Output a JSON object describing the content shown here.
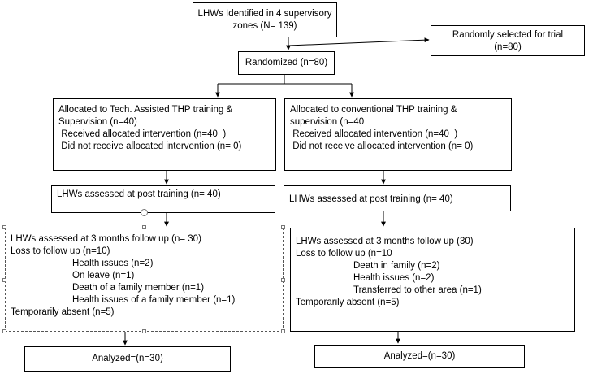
{
  "boxes": {
    "identified": [
      "LHWs Identified in 4 supervisory",
      "zones (N= 139)"
    ],
    "random_select": [
      "Randomly selected for trial",
      "(n=80)"
    ],
    "randomized": [
      "Randomized (n=80)"
    ],
    "left_alloc": [
      "Allocated to Tech. Assisted THP training &",
      "Supervision (n=40)",
      " Received allocated intervention (n=40  )",
      " Did not receive allocated intervention (n= 0)"
    ],
    "right_alloc": [
      "Allocated to conventional THP training &",
      "supervision (n=40",
      " Received allocated intervention (n=40  )",
      " Did not receive allocated intervention (n= 0)"
    ],
    "left_post": [
      "LHWs assessed at post training (n= 40)"
    ],
    "right_post": [
      "LHWs assessed at post training (n= 40)"
    ],
    "left_follow": {
      "top": [
        "LHWs assessed at 3 months follow up (n= 30)",
        "Loss to follow up (n=10)"
      ],
      "reasons": [
        "Health issues (n=2)",
        "On leave (n=1)",
        "Death of a family member (n=1)",
        "Health issues of a family member (n=1)"
      ],
      "bottom": [
        "Temporarily absent (n=5)"
      ]
    },
    "right_follow": {
      "top": [
        "LHWs assessed at 3 months follow up (30)",
        "Loss to follow up (n=10"
      ],
      "reasons": [
        "Death in family (n=2)",
        "Health issues (n=2)",
        "Transferred to other area (n=1)"
      ],
      "bottom": [
        "Temporarily absent (n=5)"
      ]
    },
    "left_analyzed": [
      "Analyzed=(n=30)"
    ],
    "right_analyzed": [
      "Analyzed=(n=30)"
    ]
  }
}
